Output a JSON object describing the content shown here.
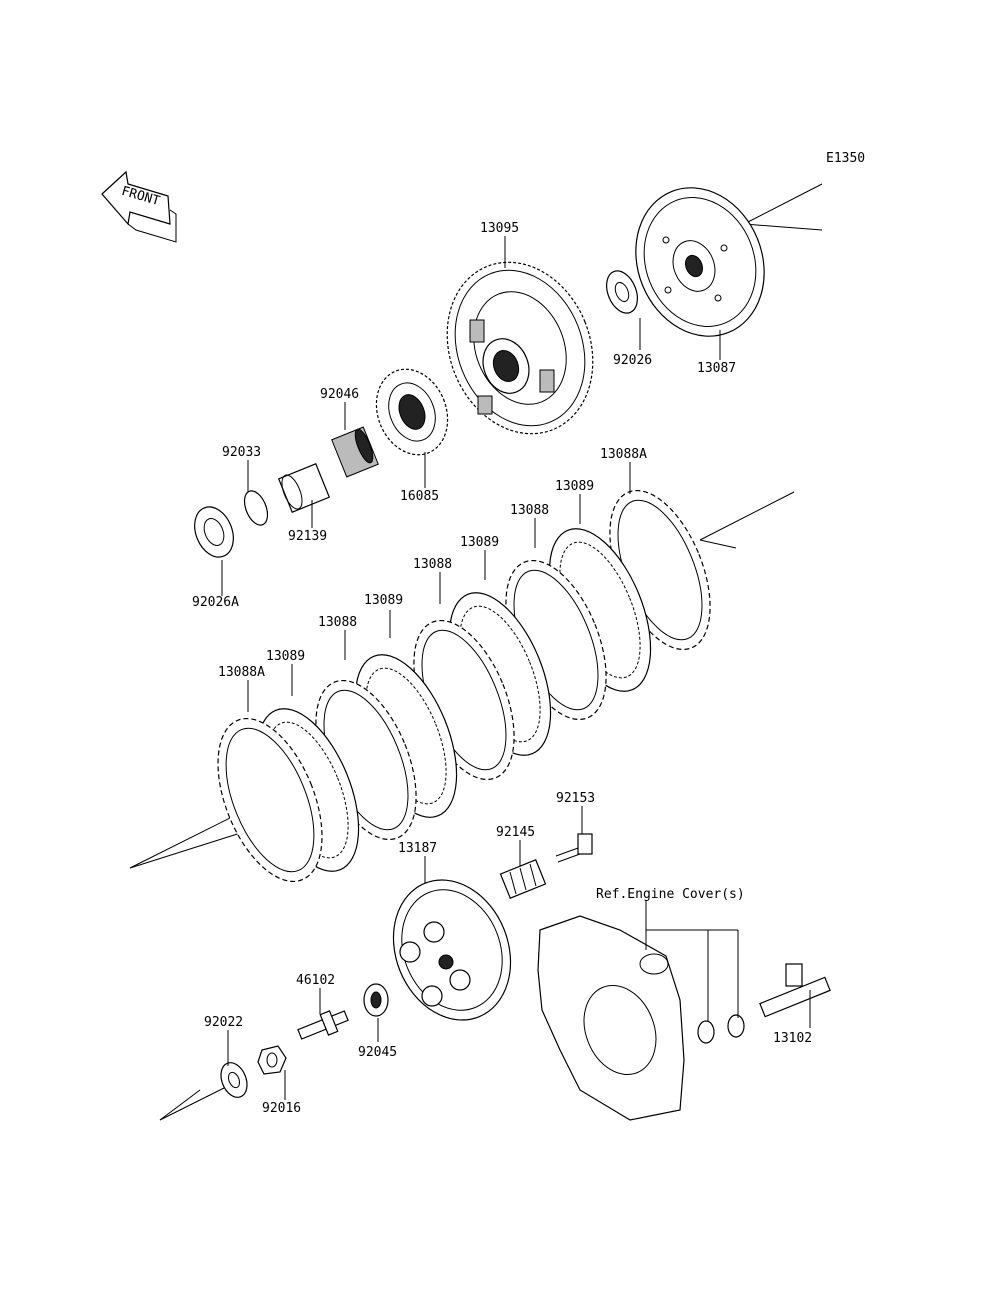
{
  "diagram": {
    "code": "E1350",
    "front_label": "FRONT",
    "ref_note": "Ref.Engine Cover(s)",
    "parts": [
      {
        "key": "p13095",
        "number": "13095"
      },
      {
        "key": "p92026",
        "number": "92026"
      },
      {
        "key": "p13087",
        "number": "13087"
      },
      {
        "key": "p92046",
        "number": "92046"
      },
      {
        "key": "p16085",
        "number": "16085"
      },
      {
        "key": "p92033",
        "number": "92033"
      },
      {
        "key": "p92139",
        "number": "92139"
      },
      {
        "key": "p92026A",
        "number": "92026A"
      },
      {
        "key": "p13088A_top",
        "number": "13088A"
      },
      {
        "key": "p13089_1",
        "number": "13089"
      },
      {
        "key": "p13088_1",
        "number": "13088"
      },
      {
        "key": "p13089_2",
        "number": "13089"
      },
      {
        "key": "p13088_2",
        "number": "13088"
      },
      {
        "key": "p13089_3",
        "number": "13089"
      },
      {
        "key": "p13088_3",
        "number": "13088"
      },
      {
        "key": "p13089_4",
        "number": "13089"
      },
      {
        "key": "p13088A_bottom",
        "number": "13088A"
      },
      {
        "key": "p92153",
        "number": "92153"
      },
      {
        "key": "p92145",
        "number": "92145"
      },
      {
        "key": "p13187",
        "number": "13187"
      },
      {
        "key": "p46102",
        "number": "46102"
      },
      {
        "key": "p92045",
        "number": "92045"
      },
      {
        "key": "p92022",
        "number": "92022"
      },
      {
        "key": "p92016",
        "number": "92016"
      },
      {
        "key": "p13102",
        "number": "13102"
      }
    ]
  }
}
